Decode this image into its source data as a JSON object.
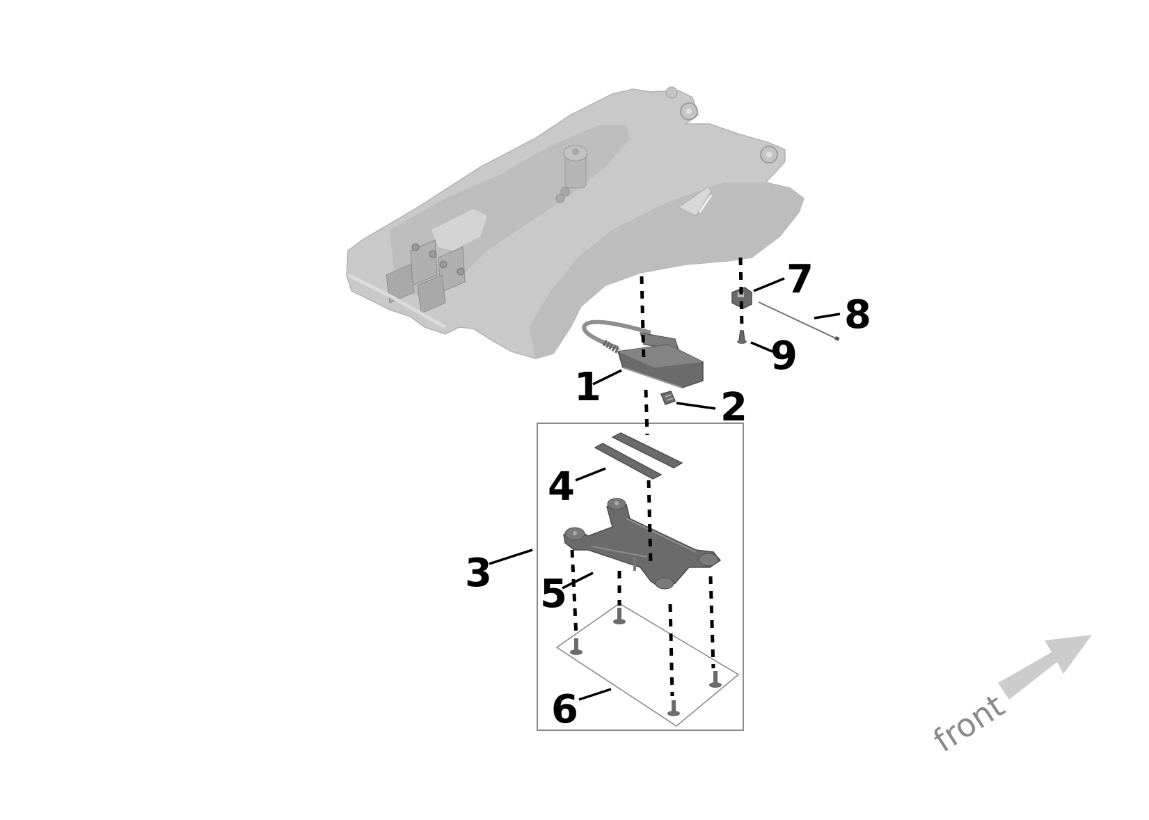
{
  "diagram": {
    "type": "exploded parts diagram",
    "subject": "rear fender / mudguard with mounted module and holder kit",
    "callouts": [
      {
        "id": "1",
        "label": "1",
        "part": "electronic module with cable"
      },
      {
        "id": "2",
        "label": "2",
        "part": "small clip / nut"
      },
      {
        "id": "3",
        "label": "3",
        "part": "holder kit (boxed group)"
      },
      {
        "id": "4",
        "label": "4",
        "part": "adhesive pads (2)"
      },
      {
        "id": "5",
        "label": "5",
        "part": "holder bracket"
      },
      {
        "id": "6",
        "label": "6",
        "part": "screws (4)"
      },
      {
        "id": "7",
        "label": "7",
        "part": "clip / cable holder"
      },
      {
        "id": "8",
        "label": "8",
        "part": "cable tie / wire"
      },
      {
        "id": "9",
        "label": "9",
        "part": "expanding rivet"
      }
    ],
    "orientation": {
      "label": "front",
      "arrow_color": "#cccccc",
      "text_color": "#8a8a8a"
    }
  },
  "colors": {
    "background": "#ffffff",
    "fender": "#c9c9c9",
    "parts": "#6b6b6b",
    "lines": "#000000",
    "box": "#8c8c8c"
  }
}
